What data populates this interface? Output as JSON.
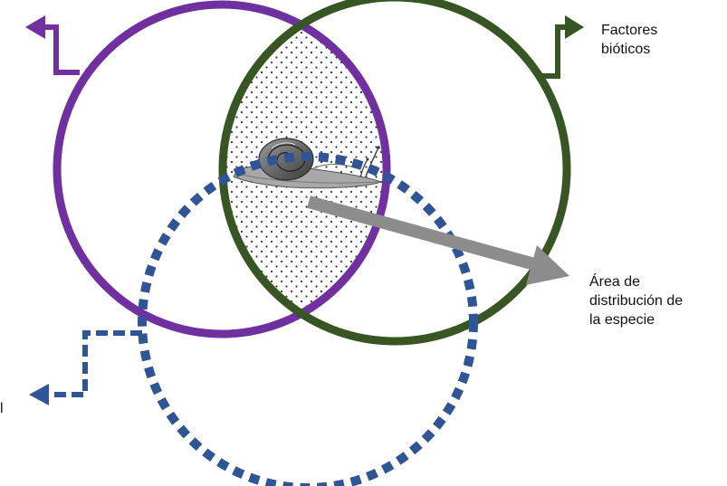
{
  "labels": {
    "bioticos": [
      "Factores",
      "bióticos"
    ],
    "area": [
      "Área de",
      "distribución de",
      "la especie"
    ],
    "clipped_left": "l"
  },
  "colors": {
    "purple_circle": "#7030A0",
    "green_circle": "#375623",
    "blue_dotted": "#2F5597",
    "gray_arrow": "#8C8C8C",
    "stipple": "#333333"
  },
  "icons": {
    "organism": "snail-icon"
  }
}
